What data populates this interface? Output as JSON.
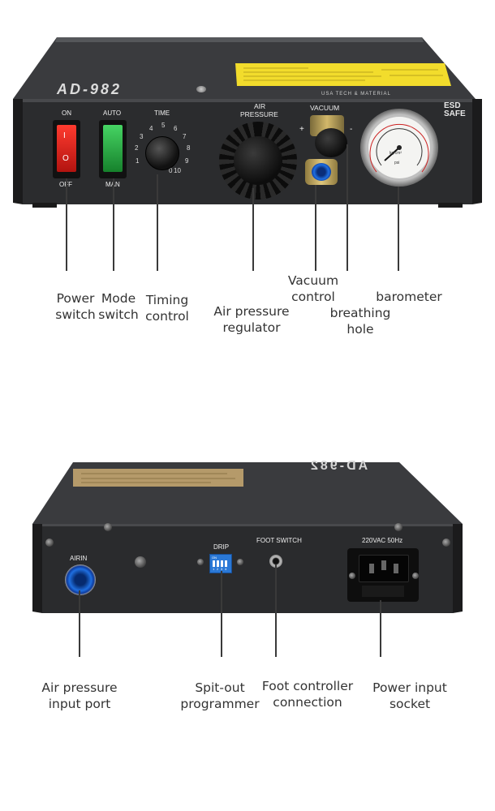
{
  "front": {
    "brand": "AD-982",
    "subtitle": "USA TECH & MATERIAL",
    "esd": [
      "ESD",
      "SAFE"
    ],
    "on_label": "ON",
    "off_label": "OFF",
    "power_marks": [
      "I",
      "O"
    ],
    "auto_label": "AUTO",
    "man_label": "MAN",
    "time_label": "TIME",
    "time_dial": [
      "0",
      "1",
      "2",
      "3",
      "4",
      "5",
      "6",
      "7",
      "8",
      "9",
      "10"
    ],
    "air_pressure_label": [
      "AIR",
      "PRESSURE"
    ],
    "vacuum_label": "VACUUM",
    "vacuum_plus": "+",
    "vacuum_minus": "-",
    "gauge_unit_top": "kg/cm²",
    "gauge_unit_bottom": "psi",
    "callouts": [
      {
        "id": "power-switch",
        "lines": [
          "Power",
          "switch"
        ]
      },
      {
        "id": "mode-switch",
        "lines": [
          "Mode",
          "switch"
        ]
      },
      {
        "id": "timing-control",
        "lines": [
          "Timing",
          "control"
        ]
      },
      {
        "id": "air-pressure-regulator",
        "lines": [
          "Air pressure",
          "regulator"
        ]
      },
      {
        "id": "vacuum-control",
        "lines": [
          "Vacuum",
          "control"
        ]
      },
      {
        "id": "breathing-hole",
        "lines": [
          "breathing",
          "hole"
        ]
      },
      {
        "id": "barometer",
        "lines": [
          "barometer"
        ]
      }
    ]
  },
  "back": {
    "brand": "AD-982",
    "airin_label": "AIRIN",
    "drip_label": "DRIP",
    "dip_marks": [
      "ON",
      "1",
      "2",
      "3",
      "4"
    ],
    "foot_switch_label": "FOOT SWITCH",
    "voltage_label": "220VAC 50Hz",
    "callouts": [
      {
        "id": "air-pressure-input-port",
        "lines": [
          "Air pressure",
          "input port"
        ]
      },
      {
        "id": "spit-out-programmer",
        "lines": [
          "Spit-out",
          "programmer"
        ]
      },
      {
        "id": "foot-controller-connection",
        "lines": [
          "Foot controller",
          "connection"
        ]
      },
      {
        "id": "power-input-socket",
        "lines": [
          "Power input",
          "socket"
        ]
      }
    ]
  },
  "colors": {
    "panel": "#2b2c2e",
    "power_switch": "#d8241f",
    "mode_switch": "#2fb34a",
    "label_sticker": "#f2dc2c",
    "dip_switch": "#2a78d6",
    "fitting": "#1f6fe0"
  }
}
